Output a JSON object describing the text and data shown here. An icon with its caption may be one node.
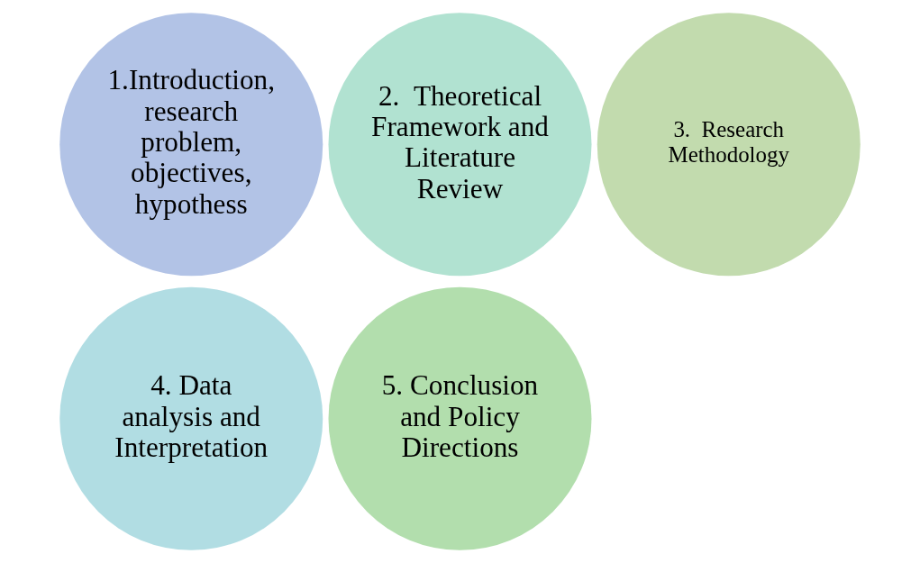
{
  "diagram": {
    "nodes": [
      {
        "text": [
          "1.Introduction, research problem, objectives, hypothess"
        ]
      },
      {
        "text": [
          "2.  Theoretical Framework and Literature Review"
        ]
      },
      {
        "text": [
          "3.  Research Methodology"
        ]
      },
      {
        "text": [
          "4. Data analysis and Interpretation"
        ]
      },
      {
        "text": [
          "5. Conclusion and Policy Directions"
        ]
      }
    ],
    "edges": []
  }
}
